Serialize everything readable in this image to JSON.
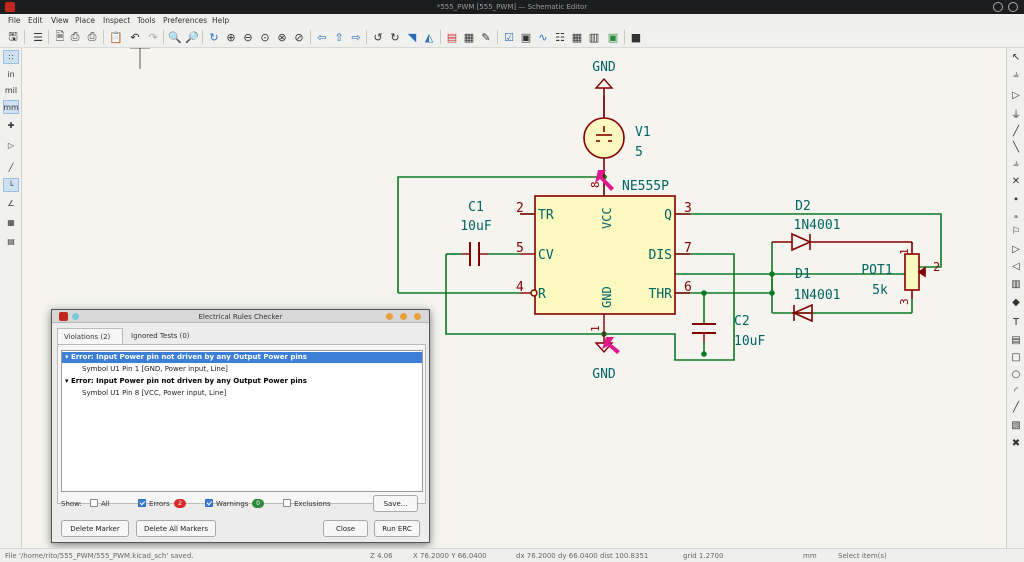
{
  "window": {
    "title": "*555_PWM [555_PWM] — Schematic Editor"
  },
  "menu": [
    "File",
    "Edit",
    "View",
    "Place",
    "Inspect",
    "Tools",
    "Preferences",
    "Help"
  ],
  "left_toolbar": {
    "units": [
      "in",
      "mil",
      "mm"
    ]
  },
  "schematic": {
    "gnd_top": "GND",
    "gnd_bottom": "GND",
    "v1_ref": "V1",
    "v1_value": "5",
    "u1_ref": "NE555P",
    "u1_pin8": "8",
    "u1_pin1": "1",
    "pins_left": [
      {
        "num": "2",
        "name": "TR"
      },
      {
        "num": "5",
        "name": "CV"
      },
      {
        "num": "4",
        "name": "R"
      }
    ],
    "pins_right": [
      {
        "num": "3",
        "name": "Q"
      },
      {
        "num": "7",
        "name": "DIS"
      },
      {
        "num": "6",
        "name": "THR"
      }
    ],
    "pin_vcc": "VCC",
    "pin_gnd": "GND",
    "c1_ref": "C1",
    "c1_value": "10uF",
    "c2_ref": "C2",
    "c2_value": "10uF",
    "d2_ref": "D2",
    "d2_value": "1N4001",
    "d1_ref": "D1",
    "d1_value": "1N4001",
    "pot_ref": "POT1",
    "pot_value": "5k",
    "pot_pin1": "1",
    "pot_pin2": "2",
    "pot_pin3": "3",
    "colors": {
      "wire": "#0e7a24",
      "symbol": "#840000",
      "body": "#fbf8c0",
      "text": "#006464",
      "marker": "#e0188c"
    }
  },
  "erc": {
    "title": "Electrical Rules Checker",
    "tabs": [
      "Violations (2)",
      "Ignored Tests (0)"
    ],
    "violations": [
      {
        "error": "Error: Input Power pin not driven by any Output Power pins",
        "detail": "Symbol U1 Pin 1 [GND, Power input, Line]"
      },
      {
        "error": "Error: Input Power pin not driven by any Output Power pins",
        "detail": "Symbol U1 Pin 8 [VCC, Power input, Line]"
      }
    ],
    "show_label": "Show:",
    "filters": {
      "all": "All",
      "errors": "Errors",
      "errors_count": "2",
      "warnings": "Warnings",
      "warnings_count": "0",
      "exclusions": "Exclusions"
    },
    "buttons": {
      "save": "Save...",
      "delete_marker": "Delete Marker",
      "delete_all": "Delete All Markers",
      "close": "Close",
      "run": "Run ERC"
    }
  },
  "status": {
    "file": "File '/home/rito/555_PWM/555_PWM.kicad_sch' saved.",
    "zoom": "Z 4.06",
    "xy": "X 76.2000  Y 66.0400",
    "dxdy": "dx 76.2000  dy 66.0400  dist 100.8351",
    "grid": "grid 1.2700",
    "units": "mm",
    "mode": "Select item(s)"
  }
}
